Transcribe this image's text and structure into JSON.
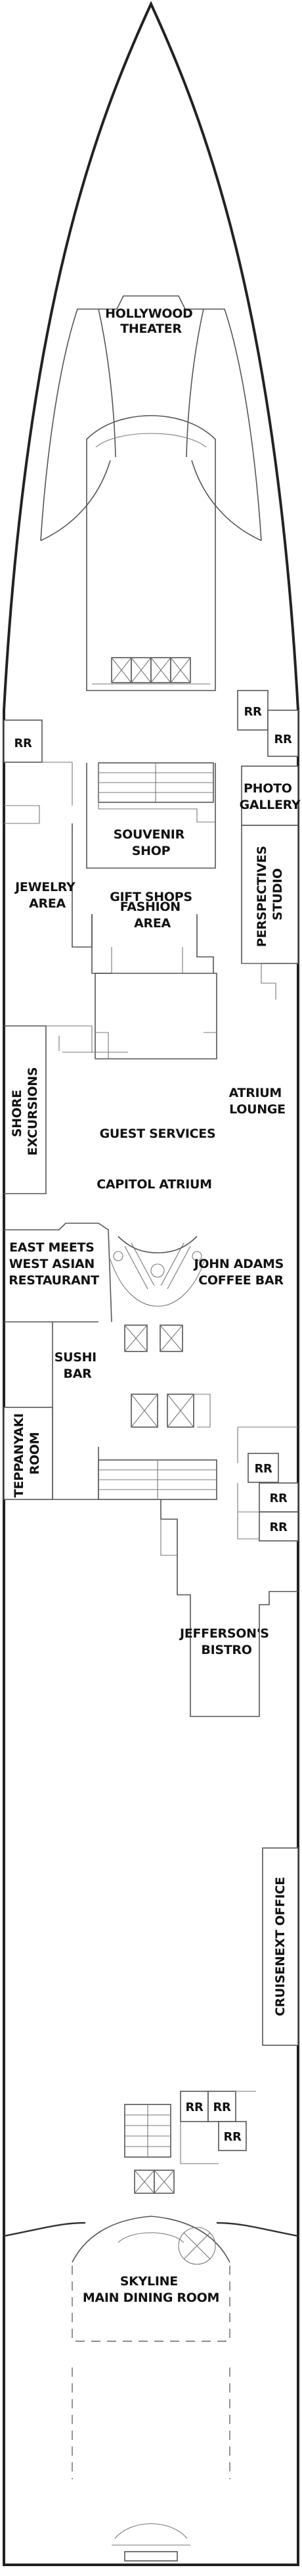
{
  "plan": {
    "labels": {
      "hollywood_theater": [
        "HOLLYWOOD",
        "THEATER"
      ],
      "photo_gallery": [
        "PHOTO",
        "GALLERY"
      ],
      "souvenir_shop": [
        "SOUVENIR",
        "SHOP"
      ],
      "gift_shops": "GIFT SHOPS",
      "perspectives_studio": [
        "PERSPECTIVES",
        "STUDIO"
      ],
      "jewelry_area": [
        "JEWELRY",
        "AREA"
      ],
      "fashion_area": [
        "FASHION",
        "AREA"
      ],
      "shore_excursions": [
        "SHORE",
        "EXCURSIONS"
      ],
      "atrium_lounge": [
        "ATRIUM",
        "LOUNGE"
      ],
      "guest_services": "GUEST SERVICES",
      "capitol_atrium": "CAPITOL ATRIUM",
      "east_meets_west": [
        "EAST MEETS",
        "WEST ASIAN",
        "RESTAURANT"
      ],
      "john_adams": [
        "JOHN ADAMS",
        "COFFEE BAR"
      ],
      "sushi_bar": [
        "SUSHI",
        "BAR"
      ],
      "teppanyaki_room": [
        "TEPPANYAKI",
        "ROOM"
      ],
      "jeffersons_bistro": [
        "JEFFERSON'S",
        "BISTRO"
      ],
      "cruisenext_office": "CRUISENEXT OFFICE",
      "skyline": [
        "SKYLINE",
        "MAIN DINING ROOM"
      ],
      "restroom": "RR"
    }
  }
}
